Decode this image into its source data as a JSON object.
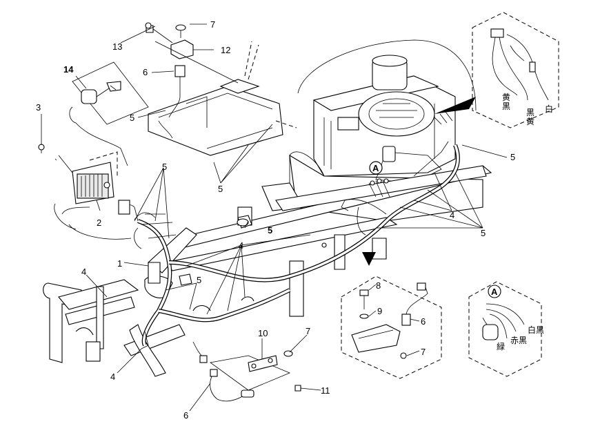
{
  "callouts": {
    "c1": "1",
    "c2": "2",
    "c3": "3",
    "c4a": "4",
    "c4b": "4",
    "c4c": "4",
    "c4d": "4",
    "c5a": "5",
    "c5b": "5",
    "c5c": "5",
    "c5d": "5",
    "c5e": "5",
    "c5f": "5",
    "c5g": "5",
    "c6a": "6",
    "c6b": "6",
    "c6c": "6",
    "c7a": "7",
    "c7b": "7",
    "c7c": "7",
    "c8": "8",
    "c9": "9",
    "c10": "10",
    "c11": "11",
    "c12": "12",
    "c13": "13",
    "c14": "14"
  },
  "marker_a": "A",
  "wire_colors_top": [
    "黄黒",
    "黒",
    "白",
    "黄"
  ],
  "wire_colors_detail_a": [
    "白黒",
    "赤黒",
    "緑"
  ]
}
